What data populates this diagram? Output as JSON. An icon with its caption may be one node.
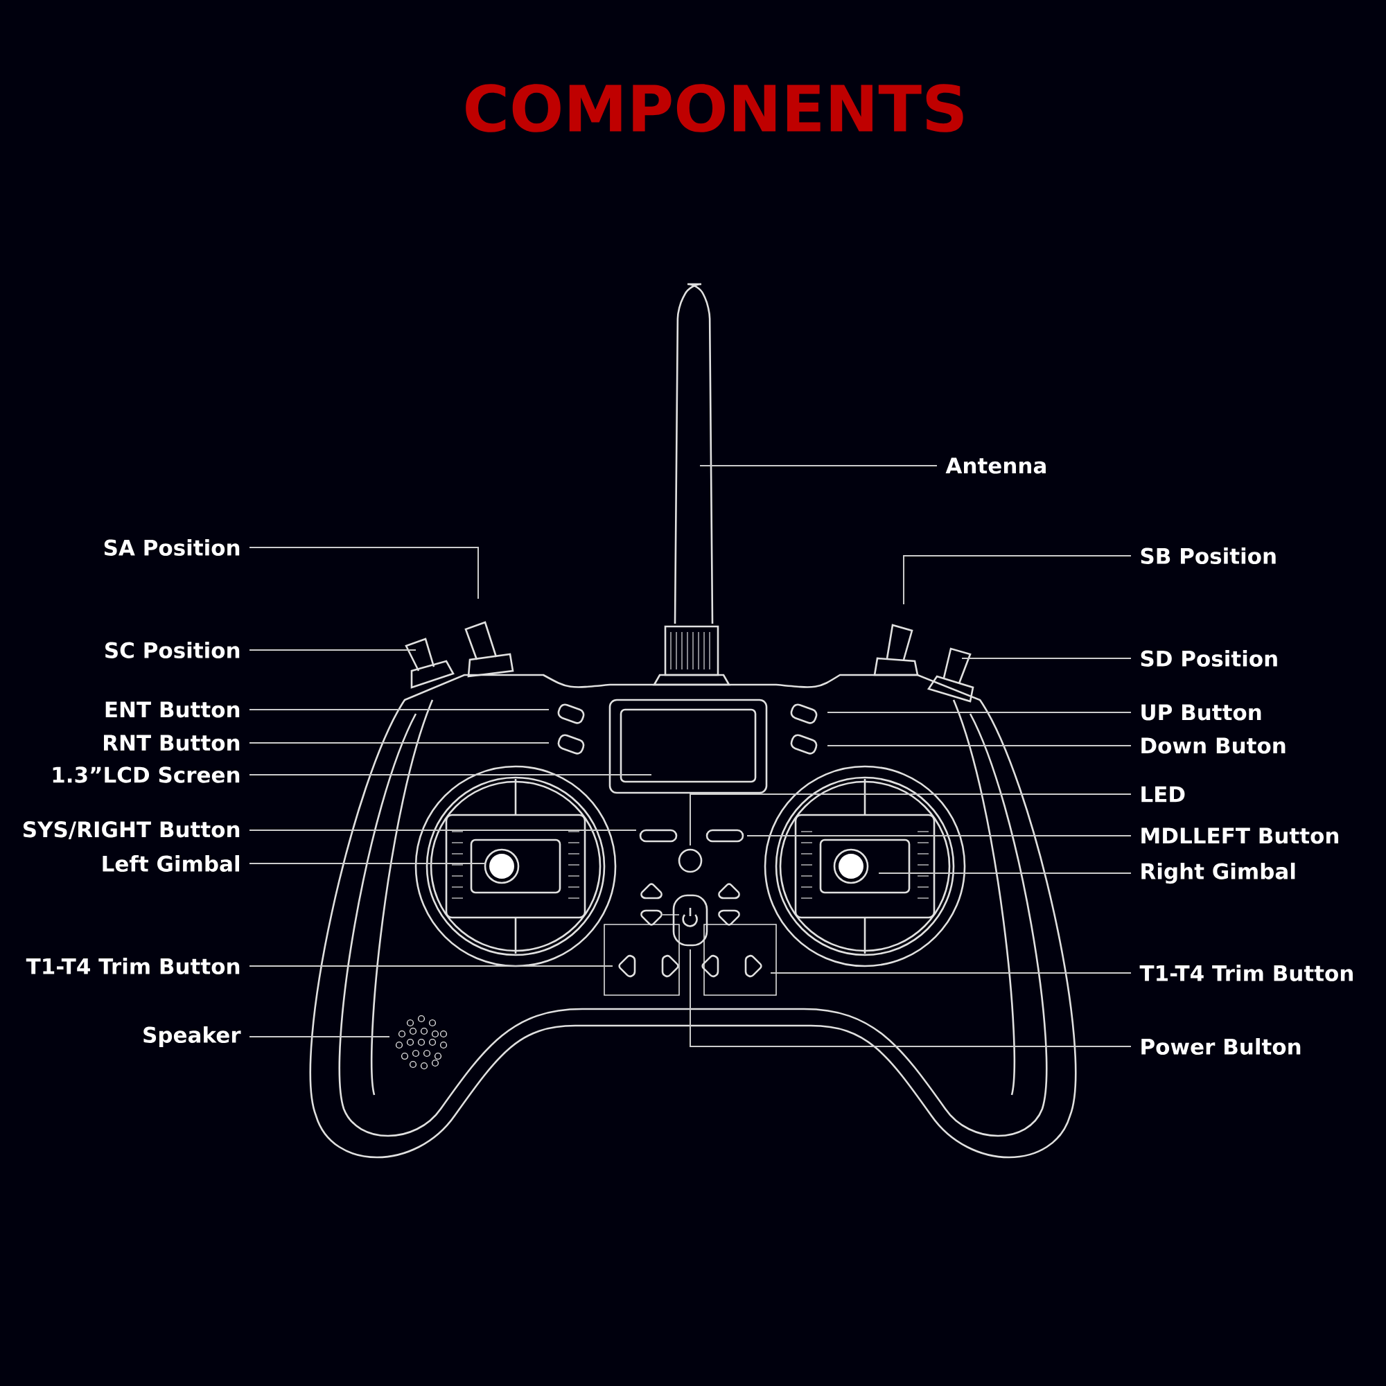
{
  "diagram": {
    "title": "COMPONENTS",
    "nodes": [
      {
        "text": [
          "Antenna"
        ]
      },
      {
        "text": [
          "SA Position"
        ]
      },
      {
        "text": [
          "SC Position"
        ]
      },
      {
        "text": [
          "ENT Button"
        ]
      },
      {
        "text": [
          "RNT Button"
        ]
      },
      {
        "text": [
          "1.3”LCD Screen"
        ]
      },
      {
        "text": [
          "SYS/RIGHT Button"
        ]
      },
      {
        "text": [
          "Left Gimbal"
        ]
      },
      {
        "text": [
          "T1-T4 Trim Button"
        ]
      },
      {
        "text": [
          "Speaker"
        ]
      },
      {
        "text": [
          "SB Position"
        ]
      },
      {
        "text": [
          "SD Position"
        ]
      },
      {
        "text": [
          "UP Button"
        ]
      },
      {
        "text": [
          "Down Buton"
        ]
      },
      {
        "text": [
          "LED"
        ]
      },
      {
        "text": [
          "MDLLEFT Button"
        ]
      },
      {
        "text": [
          "Right Gimbal"
        ]
      },
      {
        "text": [
          "T1-T4 Trim Button"
        ]
      },
      {
        "text": [
          "Power Bulton"
        ]
      }
    ],
    "edges": [
      {
        "from": 0,
        "to": null,
        "arrow": "none"
      },
      {
        "from": 1,
        "to": null,
        "arrow": "none"
      },
      {
        "from": 2,
        "to": null,
        "arrow": "none"
      },
      {
        "from": 3,
        "to": null,
        "arrow": "none"
      },
      {
        "from": 4,
        "to": null,
        "arrow": "none"
      },
      {
        "from": 5,
        "to": null,
        "arrow": "none"
      },
      {
        "from": 6,
        "to": null,
        "arrow": "none"
      },
      {
        "from": 7,
        "to": null,
        "arrow": "none"
      },
      {
        "from": 8,
        "to": null,
        "arrow": "none"
      },
      {
        "from": 9,
        "to": null,
        "arrow": "none"
      },
      {
        "from": 10,
        "to": null,
        "arrow": "none"
      },
      {
        "from": 11,
        "to": null,
        "arrow": "none"
      },
      {
        "from": 12,
        "to": null,
        "arrow": "none"
      },
      {
        "from": 13,
        "to": null,
        "arrow": "none"
      },
      {
        "from": 14,
        "to": null,
        "arrow": "none"
      },
      {
        "from": 15,
        "to": null,
        "arrow": "none"
      },
      {
        "from": 16,
        "to": null,
        "arrow": "none"
      },
      {
        "from": 17,
        "to": null,
        "arrow": "none"
      },
      {
        "from": 18,
        "to": null,
        "arrow": "none"
      }
    ]
  }
}
